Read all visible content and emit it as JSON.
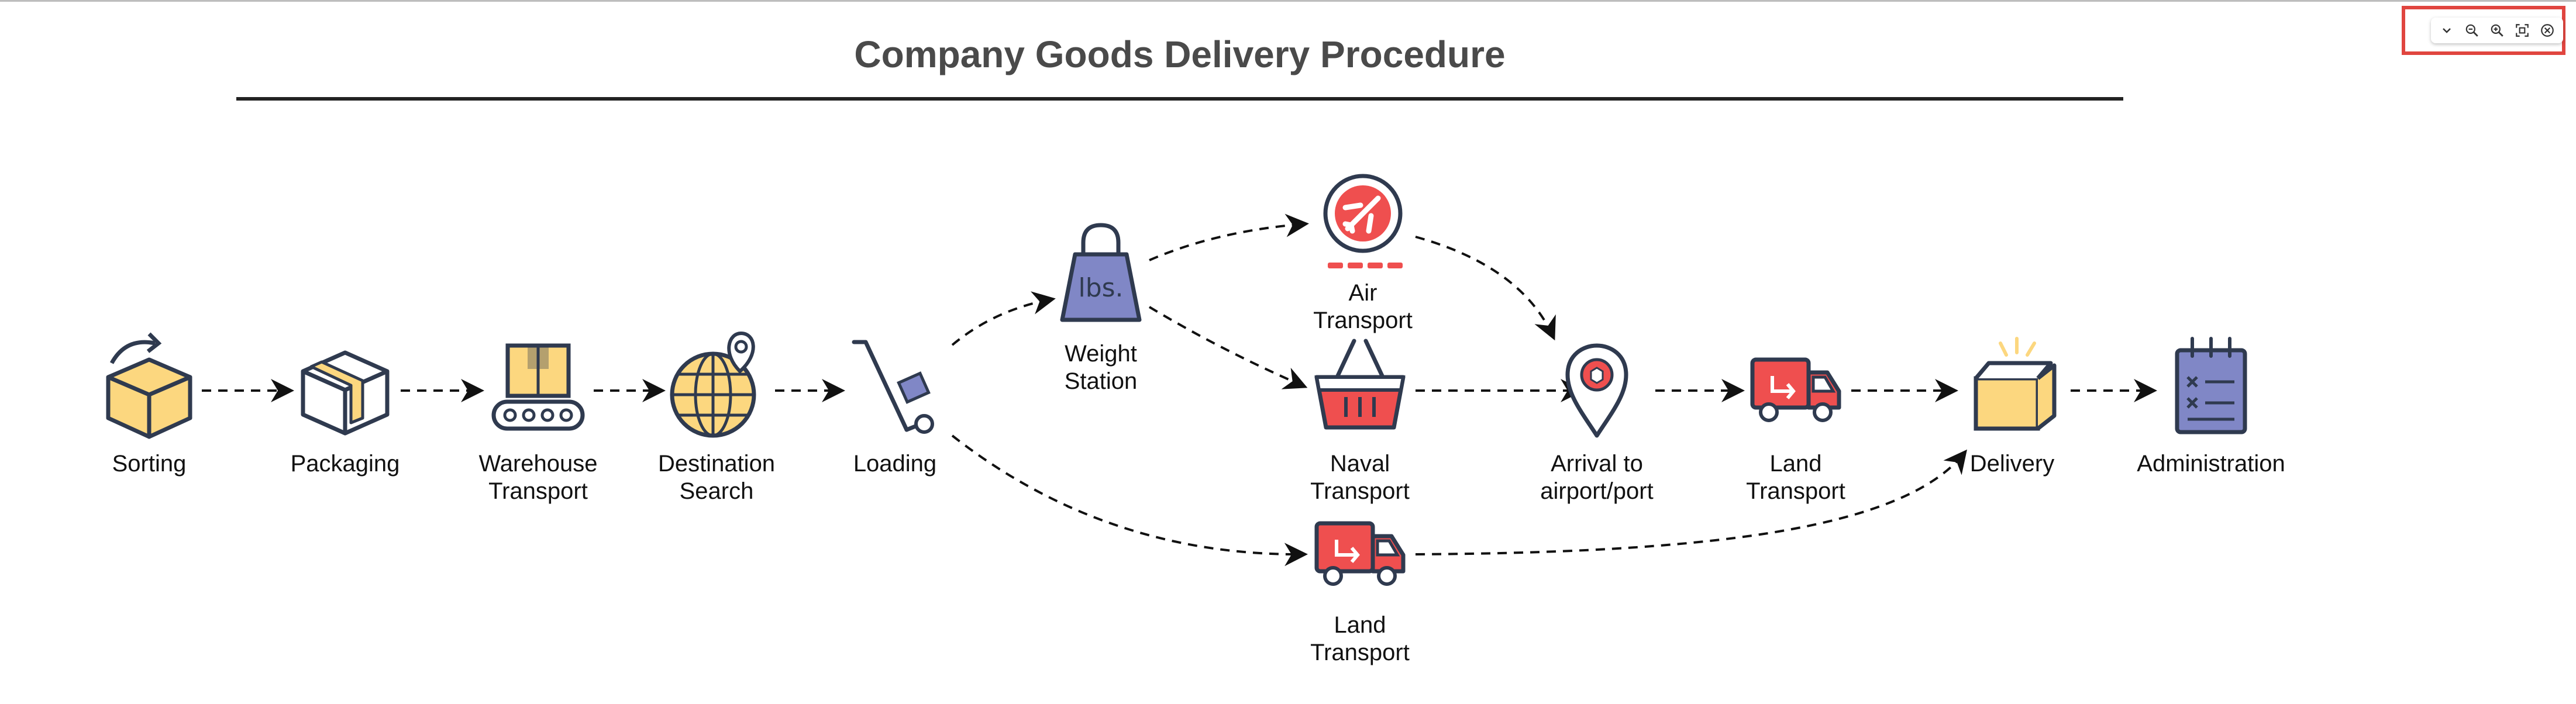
{
  "title": "Company Goods Delivery Procedure",
  "colors": {
    "outline": "#2f3a4f",
    "yellow": "#fcd77f",
    "red": "#ef4f4f",
    "purple": "#8087c6",
    "arrow": "#111111",
    "toolbar_highlight": "#e0453f"
  },
  "nodes": [
    {
      "id": "sorting",
      "icon": "box-rotate-icon",
      "label_lines": [
        "Sorting"
      ]
    },
    {
      "id": "packaging",
      "icon": "package-icon",
      "label_lines": [
        "Packaging"
      ]
    },
    {
      "id": "warehouse",
      "icon": "conveyor-icon",
      "label_lines": [
        "Warehouse",
        "Transport"
      ]
    },
    {
      "id": "destination",
      "icon": "globe-pin-icon",
      "label_lines": [
        "Destination",
        "Search"
      ]
    },
    {
      "id": "loading",
      "icon": "hand-truck-icon",
      "label_lines": [
        "Loading"
      ]
    },
    {
      "id": "weight",
      "icon": "weight-icon",
      "icon_text": "lbs.",
      "label_lines": [
        "Weight",
        "Station"
      ]
    },
    {
      "id": "air",
      "icon": "airplane-icon",
      "label_lines": [
        "Air",
        "Transport"
      ]
    },
    {
      "id": "naval",
      "icon": "basket-icon",
      "label_lines": [
        "Naval",
        "Transport"
      ]
    },
    {
      "id": "land_lower",
      "icon": "truck-icon",
      "label_lines": [
        "Land",
        "Transport"
      ]
    },
    {
      "id": "arrival",
      "icon": "location-pin-icon",
      "label_lines": [
        "Arrival to",
        "airport/port"
      ]
    },
    {
      "id": "land",
      "icon": "truck-icon",
      "label_lines": [
        "Land",
        "Transport"
      ]
    },
    {
      "id": "delivery",
      "icon": "open-box-icon",
      "label_lines": [
        "Delivery"
      ]
    },
    {
      "id": "administration",
      "icon": "clipboard-icon",
      "label_lines": [
        "Administration"
      ]
    }
  ],
  "edges": [
    [
      "sorting",
      "packaging"
    ],
    [
      "packaging",
      "warehouse"
    ],
    [
      "warehouse",
      "destination"
    ],
    [
      "destination",
      "loading"
    ],
    [
      "loading",
      "weight"
    ],
    [
      "loading",
      "land_lower"
    ],
    [
      "weight",
      "air"
    ],
    [
      "weight",
      "naval"
    ],
    [
      "air",
      "arrival"
    ],
    [
      "naval",
      "arrival"
    ],
    [
      "arrival",
      "land"
    ],
    [
      "land",
      "delivery"
    ],
    [
      "land_lower",
      "delivery"
    ],
    [
      "delivery",
      "administration"
    ]
  ],
  "toolbar": {
    "buttons": [
      "chevron-down-icon",
      "zoom-out-icon",
      "zoom-in-icon",
      "fit-screen-icon",
      "close-icon"
    ]
  }
}
